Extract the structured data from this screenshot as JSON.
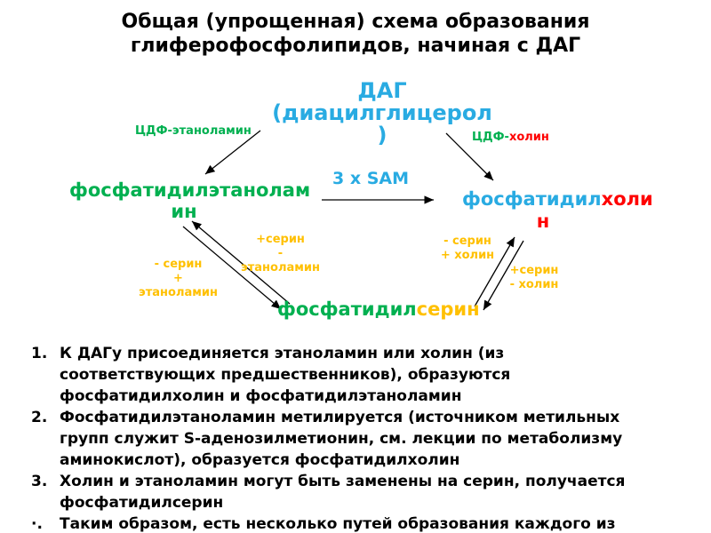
{
  "title": {
    "line1": "Общая (упрощенная) схема образования",
    "line2": "глиферофосфолипидов, начиная с ДАГ"
  },
  "colors": {
    "cyan": "#29abe2",
    "green": "#00b050",
    "red": "#ff0000",
    "yellow": "#ffc000",
    "text": "#000000"
  },
  "diagram": {
    "dag": "ДАГ\n(диацилглицерол\n)",
    "cdf_ethanolamine": "ЦДФ-этаноламин",
    "cdf_choline": {
      "part1": "ЦДФ-",
      "part2": "холин"
    },
    "pe": {
      "line1": "фосфатидилэтанолам",
      "line2": "ин"
    },
    "sam": "3 х SAM",
    "pc": {
      "part1": "фосфатидил",
      "part2": "холи",
      "part3": "н"
    },
    "ps": {
      "part1": "фосфатидил",
      "part2": "серин"
    },
    "labels": {
      "plus_serine_minus_ethanolamine": "+серин\n-\nэтаноламин",
      "minus_serine_plus_ethanolamine": "- серин\n+\nэтаноламин",
      "minus_serine_plus_choline": "- серин\n+ холин",
      "plus_serine_minus_choline": "+серин\n- холин"
    }
  },
  "notes": [
    {
      "marker": "1.",
      "text": "К ДАГу присоединяется этаноламин или холин (из\nсоответствующих предшественников), образуются\nфосфатидилхолин и фосфатидилэтаноламин"
    },
    {
      "marker": "2.",
      "text": "Фосфатидилэтаноламин метилируется (источником метильных\nгрупп служит S-аденозилметионин, см. лекции по метаболизму\nаминокислот), образуется фосфатидилхолин"
    },
    {
      "marker": "3.",
      "text": "Холин и этаноламин могут быть заменены на серин, получается\nфосфатидилсерин"
    },
    {
      "marker": "·.",
      "text": "Таким образом, есть несколько путей образования каждого из"
    }
  ]
}
